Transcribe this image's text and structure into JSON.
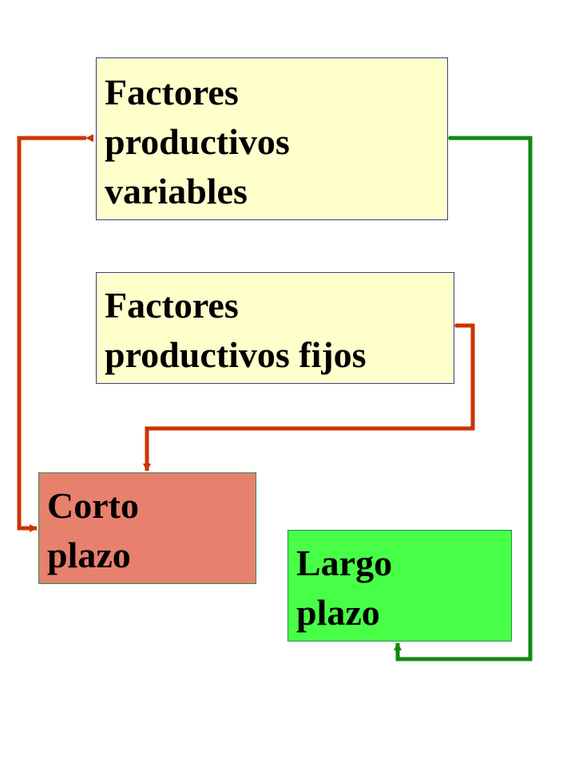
{
  "boxes": {
    "variable": {
      "line1": "Factores",
      "line2": "productivos",
      "line3": "variables"
    },
    "fixed": {
      "line1": "Factores",
      "line2": "productivos fijos"
    },
    "short_term": {
      "line1": "Corto",
      "line2": "plazo",
      "color": "#e8806e"
    },
    "long_term": {
      "line1": "Largo",
      "line2": "plazo",
      "color": "#48ff48"
    }
  },
  "colors": {
    "box_fill": "#ffffcc",
    "short_term_arrow": "#cc3300",
    "long_term_arrow": "#118811"
  }
}
